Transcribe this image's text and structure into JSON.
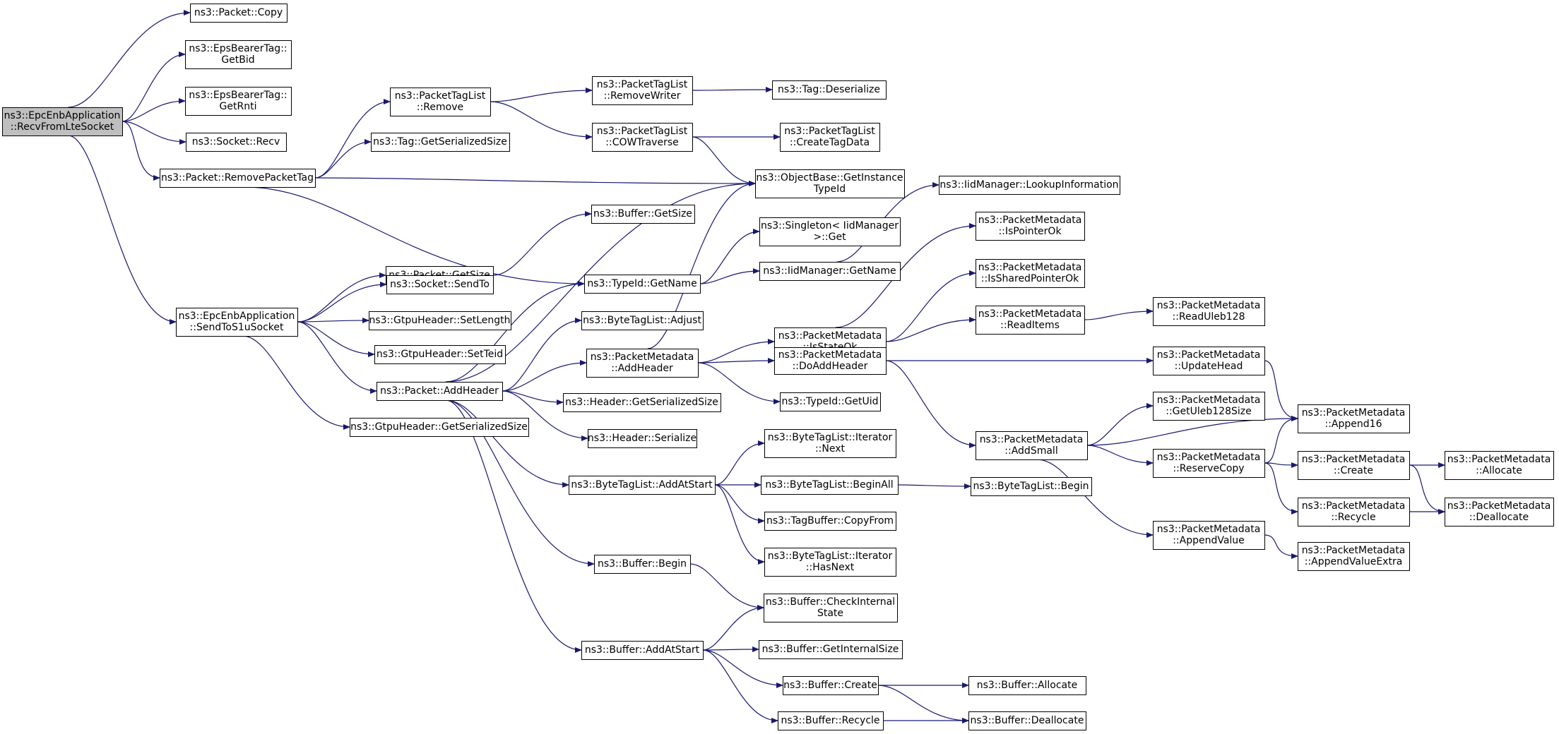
{
  "colors": {
    "edge": "#191970",
    "node_border": "#000000",
    "node_fill": "#ffffff",
    "root_fill": "#bfbfbf"
  },
  "nodes": [
    {
      "id": "root",
      "lines": [
        "ns3::EpcEnbApplication",
        "::RecvFromLteSocket"
      ],
      "root": true
    },
    {
      "id": "copy",
      "lines": [
        "ns3::Packet::Copy"
      ]
    },
    {
      "id": "getbid",
      "lines": [
        "ns3::EpsBearerTag::",
        "GetBid"
      ]
    },
    {
      "id": "getrnti",
      "lines": [
        "ns3::EpsBearerTag::",
        "GetRnti"
      ]
    },
    {
      "id": "recv",
      "lines": [
        "ns3::Socket::Recv"
      ]
    },
    {
      "id": "removepackettag",
      "lines": [
        "ns3::Packet::RemovePacketTag"
      ]
    },
    {
      "id": "sendtos1u",
      "lines": [
        "ns3::EpcEnbApplication",
        "::SendToS1uSocket"
      ]
    },
    {
      "id": "ptl_remove",
      "lines": [
        "ns3::PacketTagList",
        "::Remove"
      ]
    },
    {
      "id": "tag_getser",
      "lines": [
        "ns3::Tag::GetSerializedSize"
      ]
    },
    {
      "id": "ptl_removewriter",
      "lines": [
        "ns3::PacketTagList",
        "::RemoveWriter"
      ]
    },
    {
      "id": "ptl_cow",
      "lines": [
        "ns3::PacketTagList",
        "::COWTraverse"
      ]
    },
    {
      "id": "tag_deser",
      "lines": [
        "ns3::Tag::Deserialize"
      ]
    },
    {
      "id": "ptl_create",
      "lines": [
        "ns3::PacketTagList",
        "::CreateTagData"
      ]
    },
    {
      "id": "getinstance",
      "lines": [
        "ns3::ObjectBase::GetInstance",
        "TypeId"
      ]
    },
    {
      "id": "packet_getsize",
      "lines": [
        "ns3::Packet::GetSize"
      ]
    },
    {
      "id": "buffer_getsize",
      "lines": [
        "ns3::Buffer::GetSize"
      ]
    },
    {
      "id": "sendto",
      "lines": [
        "ns3::Socket::SendTo"
      ]
    },
    {
      "id": "setlength",
      "lines": [
        "ns3::GtpuHeader::SetLength"
      ]
    },
    {
      "id": "setteid",
      "lines": [
        "ns3::GtpuHeader::SetTeid"
      ]
    },
    {
      "id": "addheader",
      "lines": [
        "ns3::Packet::AddHeader"
      ]
    },
    {
      "id": "gtpu_getser",
      "lines": [
        "ns3::GtpuHeader::GetSerializedSize"
      ]
    },
    {
      "id": "typeid_getname",
      "lines": [
        "ns3::TypeId::GetName"
      ]
    },
    {
      "id": "singleton_get",
      "lines": [
        "ns3::Singleton< IidManager",
        ">::Get"
      ]
    },
    {
      "id": "iid_getname",
      "lines": [
        "ns3::IidManager::GetName"
      ]
    },
    {
      "id": "iid_lookup",
      "lines": [
        "ns3::IidManager::LookupInformation"
      ]
    },
    {
      "id": "btl_adjust",
      "lines": [
        "ns3::ByteTagList::Adjust"
      ]
    },
    {
      "id": "pm_addheader",
      "lines": [
        "ns3::PacketMetadata",
        "::AddHeader"
      ]
    },
    {
      "id": "header_getser",
      "lines": [
        "ns3::Header::GetSerializedSize"
      ]
    },
    {
      "id": "header_serialize",
      "lines": [
        "ns3::Header::Serialize"
      ]
    },
    {
      "id": "pm_isstateok",
      "lines": [
        "ns3::PacketMetadata",
        "::IsStateOk"
      ]
    },
    {
      "id": "pm_doaddheader",
      "lines": [
        "ns3::PacketMetadata",
        "::DoAddHeader"
      ]
    },
    {
      "id": "typeid_getuid",
      "lines": [
        "ns3::TypeId::GetUid"
      ]
    },
    {
      "id": "pm_ispointerok",
      "lines": [
        "ns3::PacketMetadata",
        "::IsPointerOk"
      ]
    },
    {
      "id": "pm_issharedpointerok",
      "lines": [
        "ns3::PacketMetadata",
        "::IsSharedPointerOk"
      ]
    },
    {
      "id": "pm_readitems",
      "lines": [
        "ns3::PacketMetadata",
        "::ReadItems"
      ]
    },
    {
      "id": "pm_readuleb",
      "lines": [
        "ns3::PacketMetadata",
        "::ReadUleb128"
      ]
    },
    {
      "id": "pm_updatehead",
      "lines": [
        "ns3::PacketMetadata",
        "::UpdateHead"
      ]
    },
    {
      "id": "pm_getuleb",
      "lines": [
        "ns3::PacketMetadata",
        "::GetUleb128Size"
      ]
    },
    {
      "id": "pm_append16",
      "lines": [
        "ns3::PacketMetadata",
        "::Append16"
      ]
    },
    {
      "id": "pm_addsmall",
      "lines": [
        "ns3::PacketMetadata",
        "::AddSmall"
      ]
    },
    {
      "id": "pm_reservecopy",
      "lines": [
        "ns3::PacketMetadata",
        "::ReserveCopy"
      ]
    },
    {
      "id": "pm_create",
      "lines": [
        "ns3::PacketMetadata",
        "::Create"
      ]
    },
    {
      "id": "pm_allocate",
      "lines": [
        "ns3::PacketMetadata",
        "::Allocate"
      ]
    },
    {
      "id": "pm_recycle",
      "lines": [
        "ns3::PacketMetadata",
        "::Recycle"
      ]
    },
    {
      "id": "pm_deallocate",
      "lines": [
        "ns3::PacketMetadata",
        "::Deallocate"
      ]
    },
    {
      "id": "pm_appendvalue",
      "lines": [
        "ns3::PacketMetadata",
        "::AppendValue"
      ]
    },
    {
      "id": "pm_appendvalueextra",
      "lines": [
        "ns3::PacketMetadata",
        "::AppendValueExtra"
      ]
    },
    {
      "id": "btl_iter_next",
      "lines": [
        "ns3::ByteTagList::Iterator",
        "::Next"
      ]
    },
    {
      "id": "btl_addatstart",
      "lines": [
        "ns3::ByteTagList::AddAtStart"
      ]
    },
    {
      "id": "btl_beginall",
      "lines": [
        "ns3::ByteTagList::BeginAll"
      ]
    },
    {
      "id": "btl_begin",
      "lines": [
        "ns3::ByteTagList::Begin"
      ]
    },
    {
      "id": "tagbuffer_copyfrom",
      "lines": [
        "ns3::TagBuffer::CopyFrom"
      ]
    },
    {
      "id": "btl_iter_hasnext",
      "lines": [
        "ns3::ByteTagList::Iterator",
        "::HasNext"
      ]
    },
    {
      "id": "buffer_begin",
      "lines": [
        "ns3::Buffer::Begin"
      ]
    },
    {
      "id": "buffer_checkinternal",
      "lines": [
        "ns3::Buffer::CheckInternal",
        "State"
      ]
    },
    {
      "id": "buffer_addatstart",
      "lines": [
        "ns3::Buffer::AddAtStart"
      ]
    },
    {
      "id": "buffer_getinternalsize",
      "lines": [
        "ns3::Buffer::GetInternalSize"
      ]
    },
    {
      "id": "buffer_create",
      "lines": [
        "ns3::Buffer::Create"
      ]
    },
    {
      "id": "buffer_allocate",
      "lines": [
        "ns3::Buffer::Allocate"
      ]
    },
    {
      "id": "buffer_recycle",
      "lines": [
        "ns3::Buffer::Recycle"
      ]
    },
    {
      "id": "buffer_deallocate",
      "lines": [
        "ns3::Buffer::Deallocate"
      ]
    }
  ],
  "edges": [
    [
      "root",
      "copy"
    ],
    [
      "root",
      "getbid"
    ],
    [
      "root",
      "getrnti"
    ],
    [
      "root",
      "recv"
    ],
    [
      "root",
      "removepackettag"
    ],
    [
      "root",
      "sendtos1u"
    ],
    [
      "removepackettag",
      "ptl_remove"
    ],
    [
      "removepackettag",
      "tag_getser"
    ],
    [
      "removepackettag",
      "getinstance"
    ],
    [
      "removepackettag",
      "typeid_getname"
    ],
    [
      "ptl_remove",
      "ptl_removewriter"
    ],
    [
      "ptl_remove",
      "ptl_cow"
    ],
    [
      "ptl_removewriter",
      "tag_deser"
    ],
    [
      "ptl_cow",
      "ptl_create"
    ],
    [
      "ptl_cow",
      "getinstance"
    ],
    [
      "sendtos1u",
      "packet_getsize"
    ],
    [
      "sendtos1u",
      "sendto"
    ],
    [
      "sendtos1u",
      "setlength"
    ],
    [
      "sendtos1u",
      "setteid"
    ],
    [
      "sendtos1u",
      "addheader"
    ],
    [
      "sendtos1u",
      "gtpu_getser"
    ],
    [
      "packet_getsize",
      "buffer_getsize"
    ],
    [
      "typeid_getname",
      "singleton_get"
    ],
    [
      "typeid_getname",
      "iid_getname"
    ],
    [
      "iid_getname",
      "iid_lookup"
    ],
    [
      "addheader",
      "getinstance"
    ],
    [
      "addheader",
      "typeid_getname"
    ],
    [
      "addheader",
      "btl_adjust"
    ],
    [
      "addheader",
      "pm_addheader"
    ],
    [
      "addheader",
      "header_getser"
    ],
    [
      "addheader",
      "header_serialize"
    ],
    [
      "addheader",
      "btl_addatstart"
    ],
    [
      "addheader",
      "buffer_begin"
    ],
    [
      "addheader",
      "buffer_addatstart"
    ],
    [
      "pm_addheader",
      "getinstance"
    ],
    [
      "pm_addheader",
      "pm_isstateok"
    ],
    [
      "pm_addheader",
      "pm_doaddheader"
    ],
    [
      "pm_addheader",
      "typeid_getuid"
    ],
    [
      "pm_isstateok",
      "pm_ispointerok"
    ],
    [
      "pm_isstateok",
      "pm_issharedpointerok"
    ],
    [
      "pm_isstateok",
      "pm_readitems"
    ],
    [
      "pm_readitems",
      "pm_readuleb"
    ],
    [
      "pm_doaddheader",
      "pm_updatehead"
    ],
    [
      "pm_doaddheader",
      "pm_addsmall"
    ],
    [
      "pm_updatehead",
      "pm_append16"
    ],
    [
      "pm_addsmall",
      "pm_getuleb"
    ],
    [
      "pm_addsmall",
      "pm_append16"
    ],
    [
      "pm_addsmall",
      "pm_reservecopy"
    ],
    [
      "pm_addsmall",
      "pm_appendvalue"
    ],
    [
      "pm_reservecopy",
      "pm_append16"
    ],
    [
      "pm_reservecopy",
      "pm_create"
    ],
    [
      "pm_reservecopy",
      "pm_recycle"
    ],
    [
      "pm_create",
      "pm_allocate"
    ],
    [
      "pm_create",
      "pm_deallocate"
    ],
    [
      "pm_recycle",
      "pm_deallocate"
    ],
    [
      "pm_appendvalue",
      "pm_appendvalueextra"
    ],
    [
      "btl_addatstart",
      "btl_iter_next"
    ],
    [
      "btl_addatstart",
      "btl_beginall"
    ],
    [
      "btl_addatstart",
      "tagbuffer_copyfrom"
    ],
    [
      "btl_addatstart",
      "btl_iter_hasnext"
    ],
    [
      "btl_beginall",
      "btl_begin"
    ],
    [
      "buffer_begin",
      "buffer_checkinternal"
    ],
    [
      "buffer_addatstart",
      "buffer_checkinternal"
    ],
    [
      "buffer_addatstart",
      "buffer_getinternalsize"
    ],
    [
      "buffer_addatstart",
      "buffer_create"
    ],
    [
      "buffer_addatstart",
      "buffer_recycle"
    ],
    [
      "buffer_create",
      "buffer_allocate"
    ],
    [
      "buffer_create",
      "buffer_deallocate"
    ],
    [
      "buffer_recycle",
      "buffer_deallocate"
    ]
  ]
}
